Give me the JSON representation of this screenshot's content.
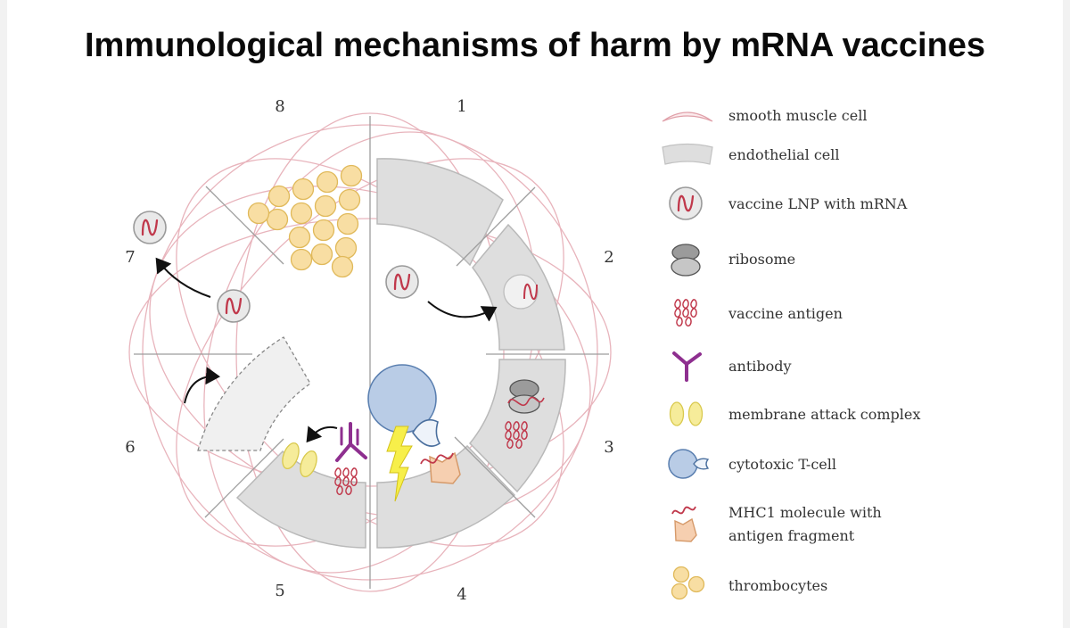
{
  "title": "Immunological mechanisms of harm by mRNA vaccines",
  "stages": [
    "1",
    "2",
    "3",
    "4",
    "5",
    "6",
    "7",
    "8"
  ],
  "legend": [
    {
      "icon": "smooth-muscle-cell-icon",
      "label": "smooth muscle cell"
    },
    {
      "icon": "endothelial-cell-icon",
      "label": "endothelial cell"
    },
    {
      "icon": "vaccine-lnp-icon",
      "label": "vaccine LNP with mRNA"
    },
    {
      "icon": "ribosome-icon",
      "label": "ribosome"
    },
    {
      "icon": "vaccine-antigen-icon",
      "label": "vaccine antigen"
    },
    {
      "icon": "antibody-icon",
      "label": "antibody"
    },
    {
      "icon": "membrane-attack-complex-icon",
      "label": "membrane attack complex"
    },
    {
      "icon": "cytotoxic-t-cell-icon",
      "label": "cytotoxic T-cell"
    },
    {
      "icon": "mhc1-icon",
      "label": "MHC1 molecule with",
      "label2": "antigen fragment"
    },
    {
      "icon": "thrombocytes-icon",
      "label": "thrombocytes"
    }
  ],
  "colors": {
    "smooth_muscle": "#e8b4bc",
    "endothelial_fill": "#dedede",
    "endothelial_stroke": "#b9b9b9",
    "lnp_fill": "#e9e9e9",
    "mrna": "#c0384b",
    "antibody": "#8e2f8f",
    "mac": "#f6ec9a",
    "tcell": "#b9cce6",
    "tcell_stroke": "#5a7fb0",
    "mhc_fill": "#f6cfb0",
    "platelet": "#f8dea3",
    "platelet_stroke": "#e0b95a"
  }
}
